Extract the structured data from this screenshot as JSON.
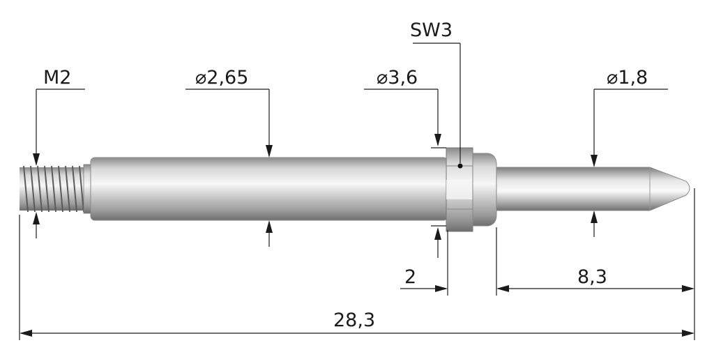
{
  "labels": {
    "thread": "M2",
    "shaft_diameter": "2,65",
    "collar_diameter": "3,6",
    "wrench_size": "SW3",
    "tip_diameter": "1,8",
    "collar_length": "2",
    "tip_length": "8,3",
    "total_length": "28,3"
  },
  "symbols": {
    "diameter": "⌀"
  },
  "colors": {
    "line": "#1a1a1a",
    "metal_light": "#f4f4f4",
    "metal_dark": "#7a7a7a"
  }
}
